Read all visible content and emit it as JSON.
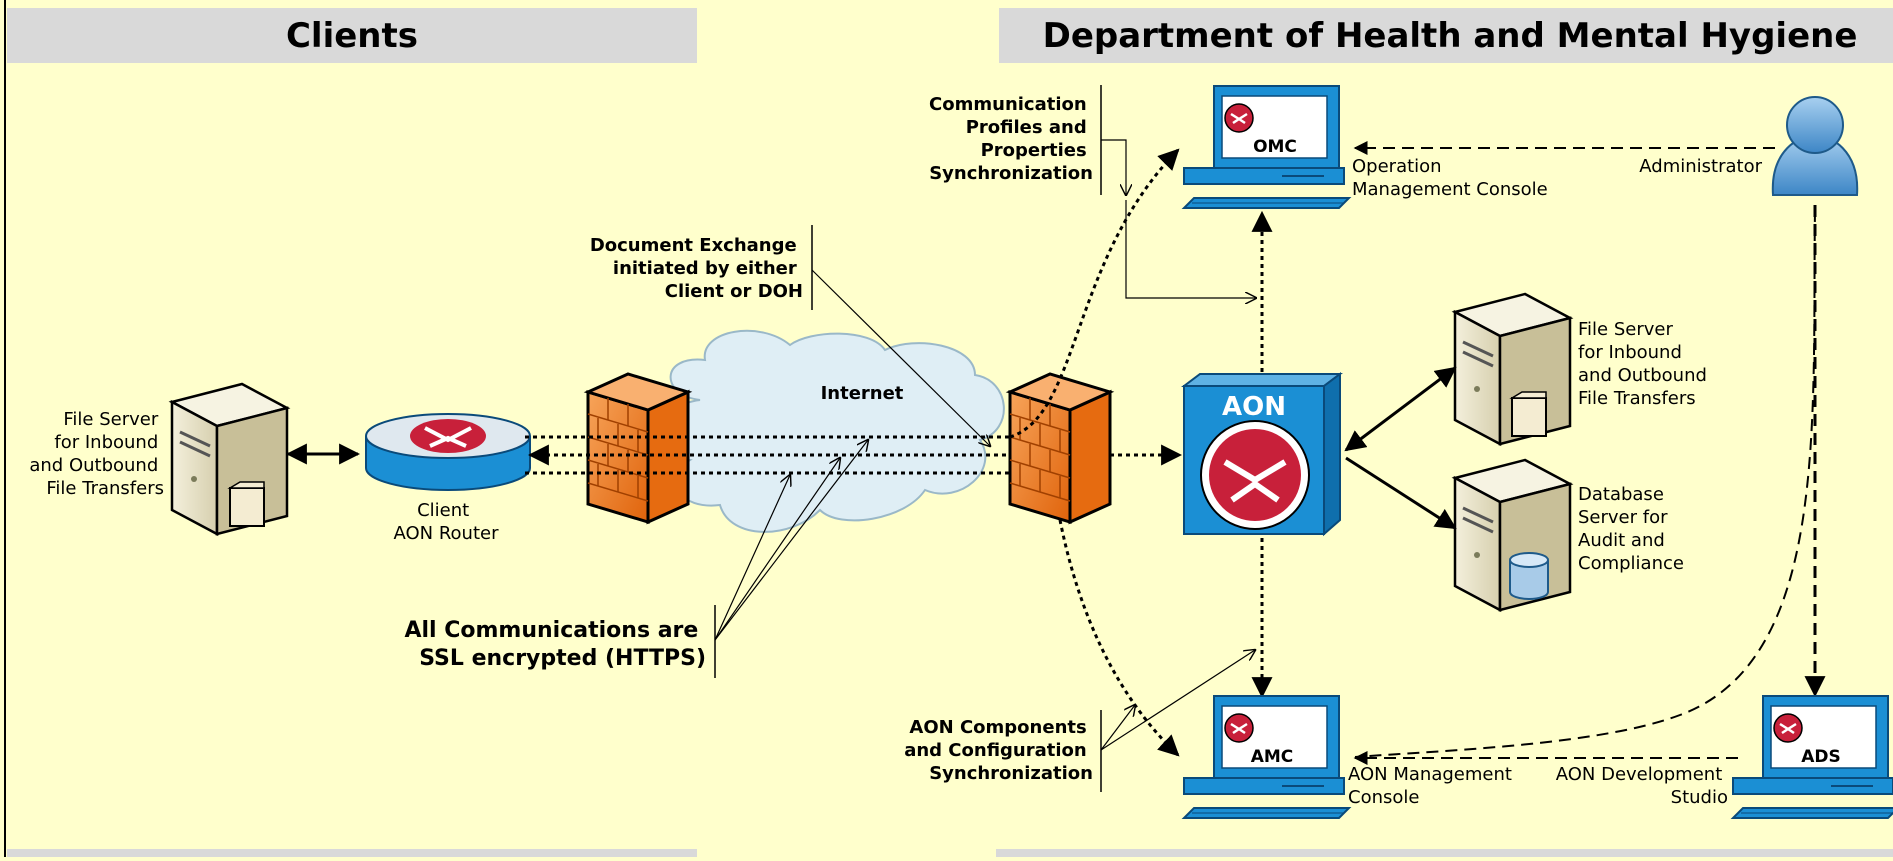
{
  "headers": {
    "clients": "Clients",
    "doh": "Department of Health and Mental Hygiene"
  },
  "client": {
    "file_server": [
      "File Server",
      "for Inbound",
      "and Outbound",
      "File Transfers"
    ],
    "router": [
      "Client",
      "AON Router"
    ]
  },
  "network": {
    "internet": "Internet",
    "doc_exchange": [
      "Document Exchange",
      "initiated by either",
      "Client or DOH"
    ],
    "ssl": [
      "All Communications are",
      "SSL encrypted (HTTPS)"
    ]
  },
  "doh": {
    "comm_sync": [
      "Communication",
      "Profiles and",
      "Properties",
      "Synchronization"
    ],
    "omc_badge": "OMC",
    "omc_label": [
      "Operation",
      "Management Console"
    ],
    "administrator": "Administrator",
    "aon_badge": "AON",
    "file_server": [
      "File Server",
      "for Inbound",
      "and Outbound",
      "File Transfers"
    ],
    "db_server": [
      "Database",
      "Server for",
      "Audit and",
      "Compliance"
    ],
    "aon_sync": [
      "AON Components",
      "and Configuration",
      "Synchronization"
    ],
    "amc_badge": "AMC",
    "amc_label": [
      "AON Management",
      "Console"
    ],
    "ads_badge": "ADS",
    "ads_label": [
      "AON Development",
      "Studio"
    ]
  },
  "icons": [
    "tower-server-icon",
    "router-icon",
    "firewall-icon",
    "cloud-icon",
    "workstation-icon",
    "user-icon",
    "database-icon",
    "aon-switch-icon"
  ],
  "colors": {
    "background": "#ffffcc",
    "header_bar": "#d9d9d9",
    "device_blue": "#1b8fd4",
    "firewall_orange": "#f07a1a",
    "logo_red": "#c8203a",
    "cloud": "#dfeef5"
  }
}
